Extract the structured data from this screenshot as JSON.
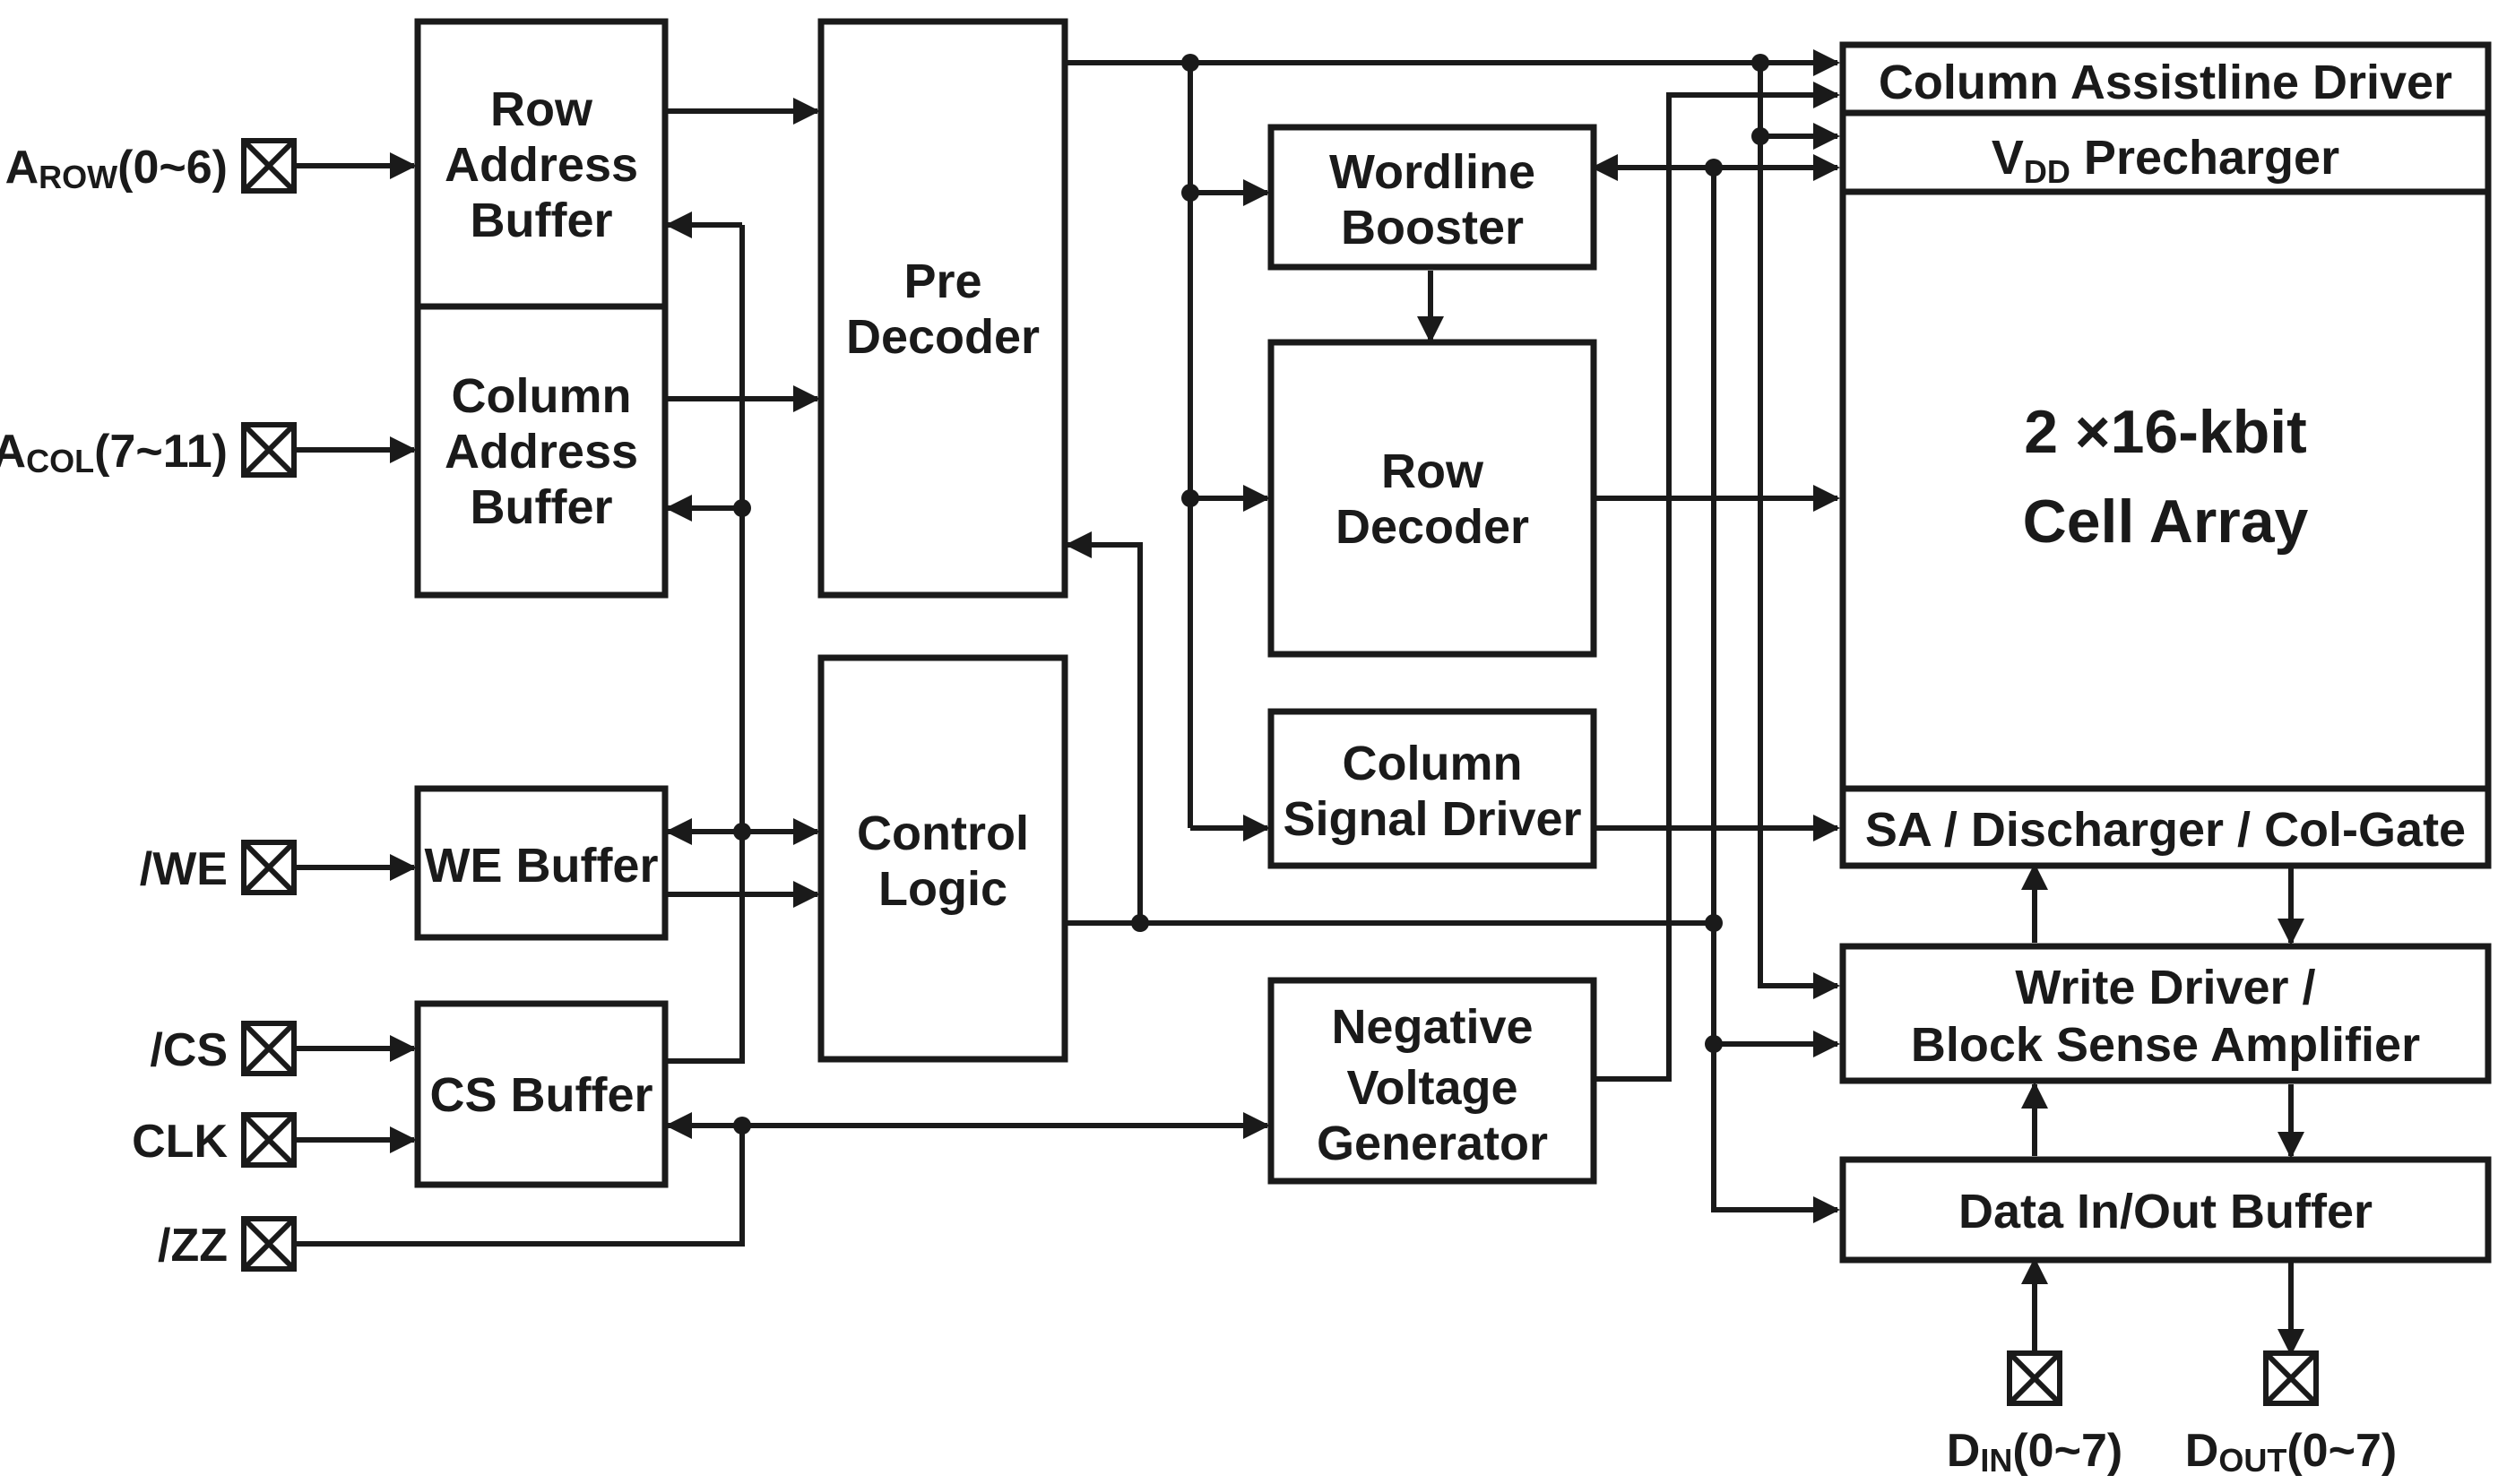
{
  "blocks": {
    "row_address_buffer": [
      "Row",
      "Address",
      "Buffer"
    ],
    "column_address_buffer": [
      "Column",
      "Address",
      "Buffer"
    ],
    "we_buffer": [
      "WE Buffer"
    ],
    "cs_buffer": [
      "CS Buffer"
    ],
    "pre_decoder": [
      "Pre",
      "Decoder"
    ],
    "control_logic": [
      "Control",
      "Logic"
    ],
    "wordline_booster": [
      "Wordline",
      "Booster"
    ],
    "row_decoder": [
      "Row",
      "Decoder"
    ],
    "column_signal_driver": [
      "Column",
      "Signal Driver"
    ],
    "negative_voltage_generator": [
      "Negative",
      "Voltage",
      "Generator"
    ],
    "column_assistline_driver": "Column Assistline Driver",
    "vdd_precharger": {
      "main": "V",
      "sub": "DD",
      "rest": " Precharger"
    },
    "cell_array": [
      "2 ×16-kbit",
      "Cell Array"
    ],
    "sa_discharger": "SA / Discharger / Col-Gate",
    "write_driver": [
      "Write Driver /",
      "Block Sense Amplifier"
    ],
    "data_io_buffer": "Data In/Out Buffer"
  },
  "pins": {
    "a_row": {
      "main": "A",
      "sub": "ROW",
      "rest": "(0~6)"
    },
    "a_col": {
      "main": "A",
      "sub": "COL",
      "rest": "(7~11)"
    },
    "we": "/WE",
    "cs": "/CS",
    "clk": "CLK",
    "zz": "/ZZ",
    "d_in": {
      "main": "D",
      "sub": "IN",
      "rest": "(0~7)"
    },
    "d_out": {
      "main": "D",
      "sub": "OUT",
      "rest": "(0~7)"
    }
  }
}
